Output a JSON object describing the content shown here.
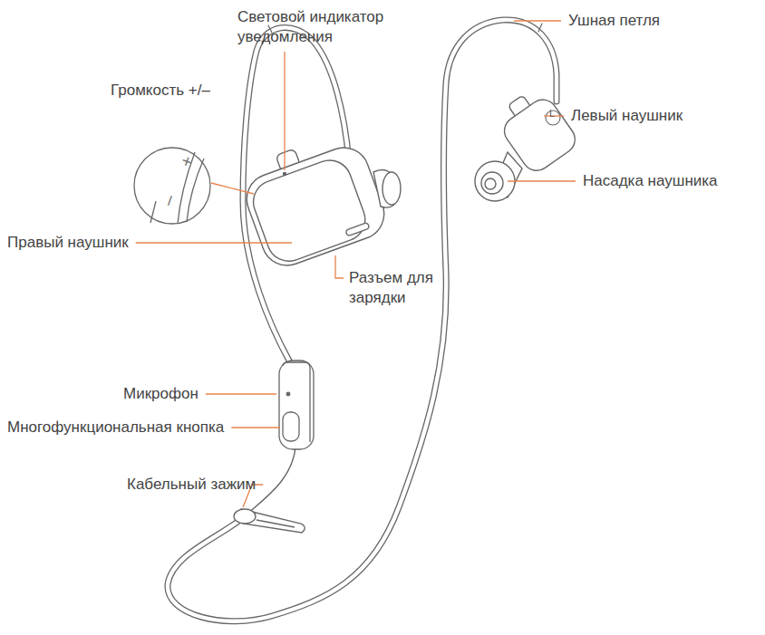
{
  "diagram": {
    "labels": [
      "Световой индикатор уведомления",
      "Громкость +/–",
      "Правый наушник",
      "Разъем для зарядки",
      "Микрофон",
      "Многофункциональная кнопка",
      "Кабельный зажим",
      "Ушная петля",
      "Левый наушник",
      "Насадка наушника",
      "+",
      "–",
      "L"
    ]
  }
}
